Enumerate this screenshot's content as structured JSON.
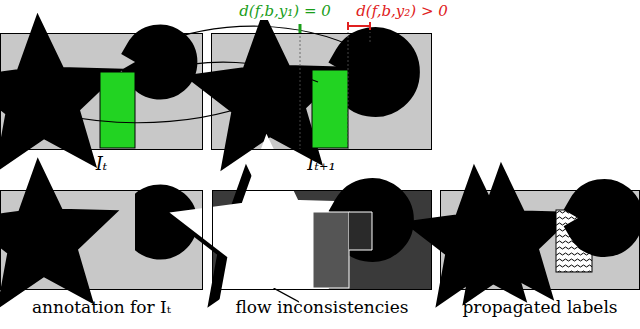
{
  "diagram": {
    "nodes": [
      {
        "text": [
          "Iₜ"
        ]
      },
      {
        "text": [
          "Iₜ₊₁"
        ]
      },
      {
        "text": [
          "annotation for Iₜ"
        ]
      },
      {
        "text": [
          "flow inconsistencies"
        ]
      },
      {
        "text": [
          "propagated labels"
        ]
      }
    ],
    "labels": [
      "d(f,b,y₁) = 0",
      "d(f,b,y₂) > 0"
    ]
  }
}
